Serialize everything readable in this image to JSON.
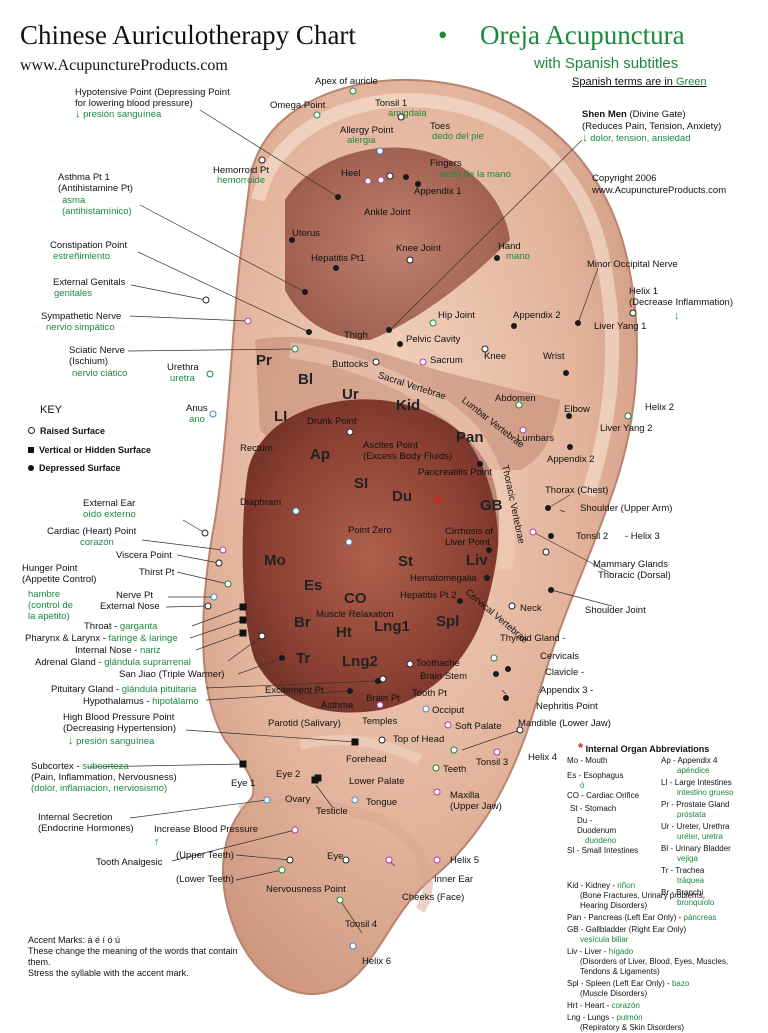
{
  "title": "Chinese Auriculotherapy Chart",
  "bullet": "•",
  "title_es": "Oreja Acupunctura",
  "url": "www.AcupunctureProducts.com",
  "subtitle_es": "with Spanish subtitles",
  "spanish_note_pre": "Spanish terms are in ",
  "spanish_note_green": "Green",
  "copyright": [
    "Copyright 2006",
    "www.AcupunctureProducts.com"
  ],
  "colors": {
    "green": "#1a8a3a",
    "ear": "#e0b49a",
    "ear_dark": "#8a3f32",
    "dot": "#222222",
    "asterisk": "#d42020"
  },
  "key": {
    "title": "KEY",
    "items": [
      "Raised Surface",
      "Vertical or Hidden Surface",
      "Depressed Surface"
    ]
  },
  "left_labels": [
    {
      "en": [
        "Hypotensive Point (Depressing Point",
        "for lowering blood pressure)"
      ],
      "es": "presión sanguínea",
      "arrow": "↓"
    },
    {
      "en": [
        "Asthma Pt 1",
        "(Antihistamine Pt)"
      ],
      "es": "asma",
      "es2": "(antihistamínico)"
    },
    {
      "en": [
        "Constipation Point"
      ],
      "es": "estreñimiento"
    },
    {
      "en": [
        "External Genitals"
      ],
      "es": "genitales"
    },
    {
      "en": [
        "Sympathetic Nerve"
      ],
      "es": "nervio simpático"
    },
    {
      "en": [
        "Sciatic Nerve",
        "(Ischium)"
      ],
      "es": "nervio ciático"
    },
    {
      "en": [
        "Urethra"
      ],
      "es": "uretra"
    },
    {
      "en": [
        "Anus"
      ],
      "es": "ano"
    },
    {
      "en": [
        "Rectum"
      ]
    },
    {
      "en": [
        "Diaphram"
      ]
    },
    {
      "en": [
        "External Ear"
      ],
      "es": "oído externo"
    },
    {
      "en": [
        "Cardiac (Heart) Point"
      ],
      "es": "corazón"
    },
    {
      "en": [
        "Viscera Point"
      ]
    },
    {
      "en": [
        "Thirst Pt"
      ]
    },
    {
      "en": [
        "Hunger Point",
        "(Appetite Control)"
      ],
      "es": "hambre",
      "es2": "(control de",
      "es3": "la apetito)"
    },
    {
      "en": [
        "Nerve Pt"
      ]
    },
    {
      "en": [
        "External Nose"
      ]
    },
    {
      "en": [
        "Throat -"
      ],
      "es": "garganta"
    },
    {
      "en": [
        "Pharynx & Larynx -"
      ],
      "es": "faringe & laringe"
    },
    {
      "en": [
        "Internal Nose -"
      ],
      "es": "nariz"
    },
    {
      "en": [
        "Adrenal Gland -"
      ],
      "es": "glándula suprarrenal"
    },
    {
      "en": [
        "San Jiao (Triple Warmer)"
      ]
    },
    {
      "en": [
        "Pituitary Gland -"
      ],
      "es": "glándula pituitaria"
    },
    {
      "en": [
        "Hypothalamus -"
      ],
      "es": "hipotálamo"
    },
    {
      "en": [
        "High Blood Pressure Point",
        "(Decreasing Hypertension)"
      ],
      "es": "presión sanguínea",
      "arrow": "↓"
    },
    {
      "en": [
        "Subcortex -"
      ],
      "es": "subcorteza",
      "en2": "(Pain, Inflammation, Nervousness)",
      "es2": "(dolor, inflamacion, nerviosismo)"
    },
    {
      "en": [
        "Internal Secretion",
        "(Endocrine Hormones)"
      ]
    },
    {
      "en": [
        "Increase Blood Pressure"
      ],
      "arrow": "↑"
    },
    {
      "en": [
        "Tooth Analgesic"
      ]
    }
  ],
  "ear_labels": {
    "apex": "Apex of auricle",
    "omega": "Omega Point",
    "tonsil1": "Tonsil 1",
    "tonsil1_es": "amigdala",
    "allergy": "Allergy Point",
    "allergy_es": "alergia",
    "toes": "Toes",
    "toes_es": "dedo del pie",
    "hemorroid": "Hemorroid Pt",
    "hemorroid_es": "hemorroide",
    "heel": "Heel",
    "fingers": "Fingers",
    "fingers_es": "dedo de la mano",
    "appendix1": "Appendix 1",
    "ankle": "Ankle Joint",
    "uterus": "Uterus",
    "knee_joint": "Knee Joint",
    "hepatitis1": "Hepatitis Pt1",
    "hand": "Hand",
    "hand_es": "mano",
    "hip": "Hip Joint",
    "appendix2": "Appendix 2",
    "thigh": "Thigh",
    "pelvic": "Pelvic Cavity",
    "buttocks": "Buttocks",
    "sacrum": "Sacrum",
    "knee": "Knee",
    "wrist": "Wrist",
    "sacral": "Sacral Vertebrae",
    "lumbar_v": "Lumbar Vertebrae",
    "abdomen": "Abdomen",
    "elbow": "Elbow",
    "drunk": "Drunk Point",
    "lumbars": "Lumbars",
    "ascites": "Ascites Point",
    "ascites2": "(Excess Body Fluids)",
    "pancreatitis": "Pancreatitis Point",
    "appendix2b": "Appendix 2",
    "thoracic_v": "Thoracic Vertebrae",
    "thorax": "Thorax (Chest)",
    "shoulder": "Shoulder  (Upper Arm)",
    "point_zero": "Point Zero",
    "cirrhosis": "Cirrhosis of",
    "cirrhosis2": "Liver Point",
    "tonsil2": "Tonsil 2",
    "helix3": "- Helix 3",
    "mammary": "Mammary Glands",
    "thoracic_d": "Thoracic (Dorsal)",
    "hematomegalia": "Hematomegalia",
    "hepatitis2": "Hepatitis Pt 2",
    "cervical_v": "Cervical Vertebrae",
    "neck": "Neck",
    "shoulder_joint": "Shoulder Joint",
    "muscle": "Muscle Relaxation",
    "thyroid": "Thyroid Gland -",
    "cervicals": "Cervicals",
    "clavicle": "Clavicle -",
    "toothache": "Toothache",
    "brainstem": "Brain Stem",
    "appendix3": "Appendix 3 -",
    "excitement": "Excitement Pt",
    "brainpt": "Brain Pt",
    "toothpt": "Tooth Pt",
    "nephritis": "Nephritis Point",
    "asthma": "Asthma",
    "occiput": "Occiput",
    "parotid": "Parotid (Salivary)",
    "temples": "Temples",
    "softpalate": "Soft Palate",
    "mandible": "Mandible (Lower Jaw)",
    "tophead": "Top of Head",
    "forehead": "Forehead",
    "teeth": "Teeth",
    "tonsil3": "Tonsil 3",
    "helix4": "Helix 4",
    "eye1": "Eye 1",
    "eye2": "Eye 2",
    "lowerpalate": "Lower Palate",
    "ovary": "Ovary",
    "testicle": "Testicle",
    "tongue": "Tongue",
    "maxilla": "Maxilla",
    "maxilla2": "(Upper Jaw)",
    "upperteeth": "(Upper Teeth)",
    "eye": "Eye",
    "helix5": "Helix 5",
    "lowerteeth": "(Lower Teeth)",
    "innerear": "Inner Ear",
    "nervousness": "Nervousness Point",
    "cheeks": "Cheeks (Face)",
    "tonsil4": "Tonsil 4",
    "helix6": "Helix 6",
    "shenmen": "Shen Men",
    "shenmen_sub": "(Divine Gate)",
    "shenmen2": "(Reduces Pain, Tension, Anxiety)",
    "shenmen_es": "dolor, tension, ansiedad",
    "minor_occ": "Minor Occipital Nerve",
    "helix1": "Helix 1",
    "helix1_sub": "(Decrease Inflammation)",
    "liveryang1": "Liver Yang 1",
    "helix2": "Helix 2",
    "liveryang2": "Liver Yang 2"
  },
  "abbrev_marks": [
    "Pr",
    "Bl",
    "Ur",
    "Kid",
    "LI",
    "Pan",
    "Ap",
    "SI",
    "Du",
    "GB",
    "Mo",
    "St",
    "Liv",
    "Es",
    "CO",
    "Br",
    "Spl",
    "Ht",
    "Lng1",
    "Tr",
    "Lng2"
  ],
  "abbreviations": {
    "title": "Internal Organ Abbreviations",
    "left": [
      {
        "en": "Mo - Mouth"
      },
      {
        "en": "Es - Esophagus",
        "es": "ó"
      },
      {
        "en": "CO - Cardiac Orifice"
      },
      {
        "en": "St - Stomach"
      },
      {
        "en": "Du -",
        "en2": "Duodenum",
        "es": "duodeno"
      },
      {
        "en": "SI - Small Intestines"
      }
    ],
    "right": [
      {
        "en": "Ap - Appendix 4",
        "es": "apéndice"
      },
      {
        "en": "LI - Large Intestines",
        "es": "intestino grueso"
      },
      {
        "en": "Pr - Prostate Gland",
        "es": "próstata"
      },
      {
        "en": "Ur - Ureter, Urethra",
        "es": "uréter, uretra"
      },
      {
        "en": "Bl - Urinary Bladder",
        "es": "vejiga"
      },
      {
        "en": "Tr - Trachea",
        "es": "tráquea"
      },
      {
        "en": "Br - Bronchi",
        "es": "bronquiolo"
      }
    ],
    "bottom": [
      {
        "en": "Kid - Kidney -",
        "es": "riñon",
        "sub": [
          "(Bone Fractures, Urinary problems,",
          "Hearing Disorders)"
        ]
      },
      {
        "en": "Pan - Pancreas (Left Ear Only) -",
        "es": "páncreas"
      },
      {
        "en": "GB - Gallbladder (Right Ear Only)",
        "es2": "vesícula biliar"
      },
      {
        "en": "Liv - Liver -",
        "es": "hígado",
        "sub": [
          "(Disorders of Liver, Blood, Eyes, Muscles,",
          "Tendons & Ligaments)"
        ]
      },
      {
        "en": "Spl - Spleen (Left Ear Only) -",
        "es": "bazo",
        "sub": [
          "(Muscle Disorders)"
        ]
      },
      {
        "en": "Hrt - Heart -",
        "es": "corazón"
      },
      {
        "en": "Lng - Lungs -",
        "es": "pulmón",
        "sub": [
          "(Repiratory & Skin Disorders)"
        ]
      }
    ]
  },
  "accent": {
    "line1": "Accent Marks: á é í ó ú",
    "line2": "These change the meaning of the words that contain",
    "line3": "them.",
    "line4": "Stress the syllable with the accent mark."
  }
}
